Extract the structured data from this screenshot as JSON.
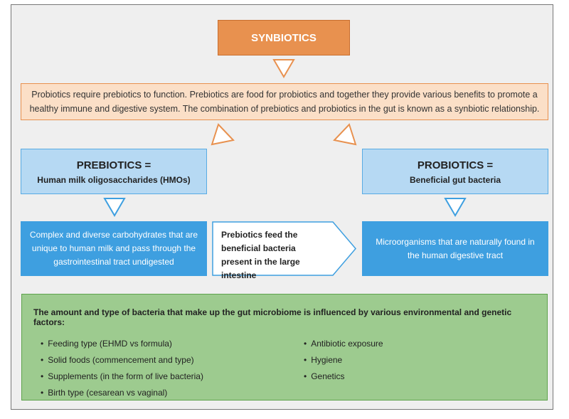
{
  "title": "SYNBIOTICS",
  "intro_text": "Probiotics require prebiotics to function. Prebiotics are food for probiotics and together they provide various benefits to promote a healthy immune and digestive system. The combination of prebiotics and probiotics in the gut is known as a synbiotic relationship.",
  "prebiotics": {
    "title": "PREBIOTICS =",
    "subtitle": "Human milk oligosaccharides (HMOs)",
    "description": "Complex and diverse carbohydrates that are unique to human milk and pass through the gastrointestinal tract undigested"
  },
  "link_text": "Prebiotics feed the beneficial bacteria present in the large intestine",
  "probiotics": {
    "title": "PROBIOTICS =",
    "subtitle": "Beneficial gut bacteria",
    "description": "Microorganisms that are naturally found in the human digestive tract"
  },
  "factors": {
    "heading": "The amount and type of bacteria that make up the gut microbiome is influenced by various environmental and genetic factors:",
    "left": [
      "Feeding type (EHMD vs formula)",
      "Solid foods (commencement and type)",
      "Supplements (in the form of live bacteria)",
      "Birth type (cesarean vs vaginal)"
    ],
    "right": [
      "Antibiotic exposure",
      "Hygiene",
      "Genetics"
    ]
  },
  "colors": {
    "orange": "#e8914f",
    "orange_light": "#fbdfc7",
    "blue_light": "#b6d9f3",
    "blue": "#3e9fe0",
    "green": "#9dcb8f"
  }
}
